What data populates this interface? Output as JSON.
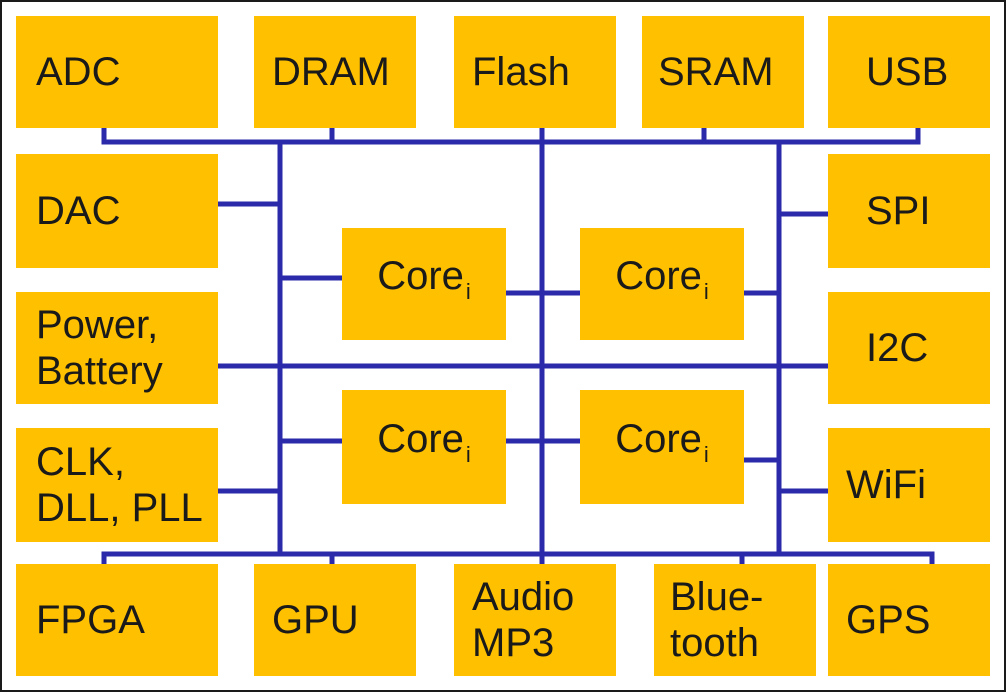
{
  "colors": {
    "block": "#FFC000",
    "bus": "#2A2AAA",
    "text": "#1a1a1a",
    "border": "#1a1a1a"
  },
  "blocks": {
    "adc": {
      "lines": [
        "ADC"
      ]
    },
    "dram": {
      "lines": [
        "DRAM"
      ]
    },
    "flash": {
      "lines": [
        "Flash"
      ]
    },
    "sram": {
      "lines": [
        "SRAM"
      ]
    },
    "usb": {
      "lines": [
        "USB"
      ]
    },
    "dac": {
      "lines": [
        "DAC"
      ]
    },
    "power": {
      "lines": [
        "Power,",
        "Battery"
      ]
    },
    "clk": {
      "lines": [
        "CLK,",
        "DLL, PLL"
      ]
    },
    "spi": {
      "lines": [
        "SPI"
      ]
    },
    "i2c": {
      "lines": [
        "I2C"
      ]
    },
    "wifi": {
      "lines": [
        "WiFi"
      ]
    },
    "fpga": {
      "lines": [
        "FPGA"
      ]
    },
    "gpu": {
      "lines": [
        "GPU"
      ]
    },
    "audio": {
      "lines": [
        "Audio",
        "MP3"
      ]
    },
    "bluetooth": {
      "lines": [
        "Blue-",
        "tooth"
      ]
    },
    "gps": {
      "lines": [
        "GPS"
      ]
    }
  },
  "core": {
    "label": "Core",
    "subscript": "i"
  }
}
